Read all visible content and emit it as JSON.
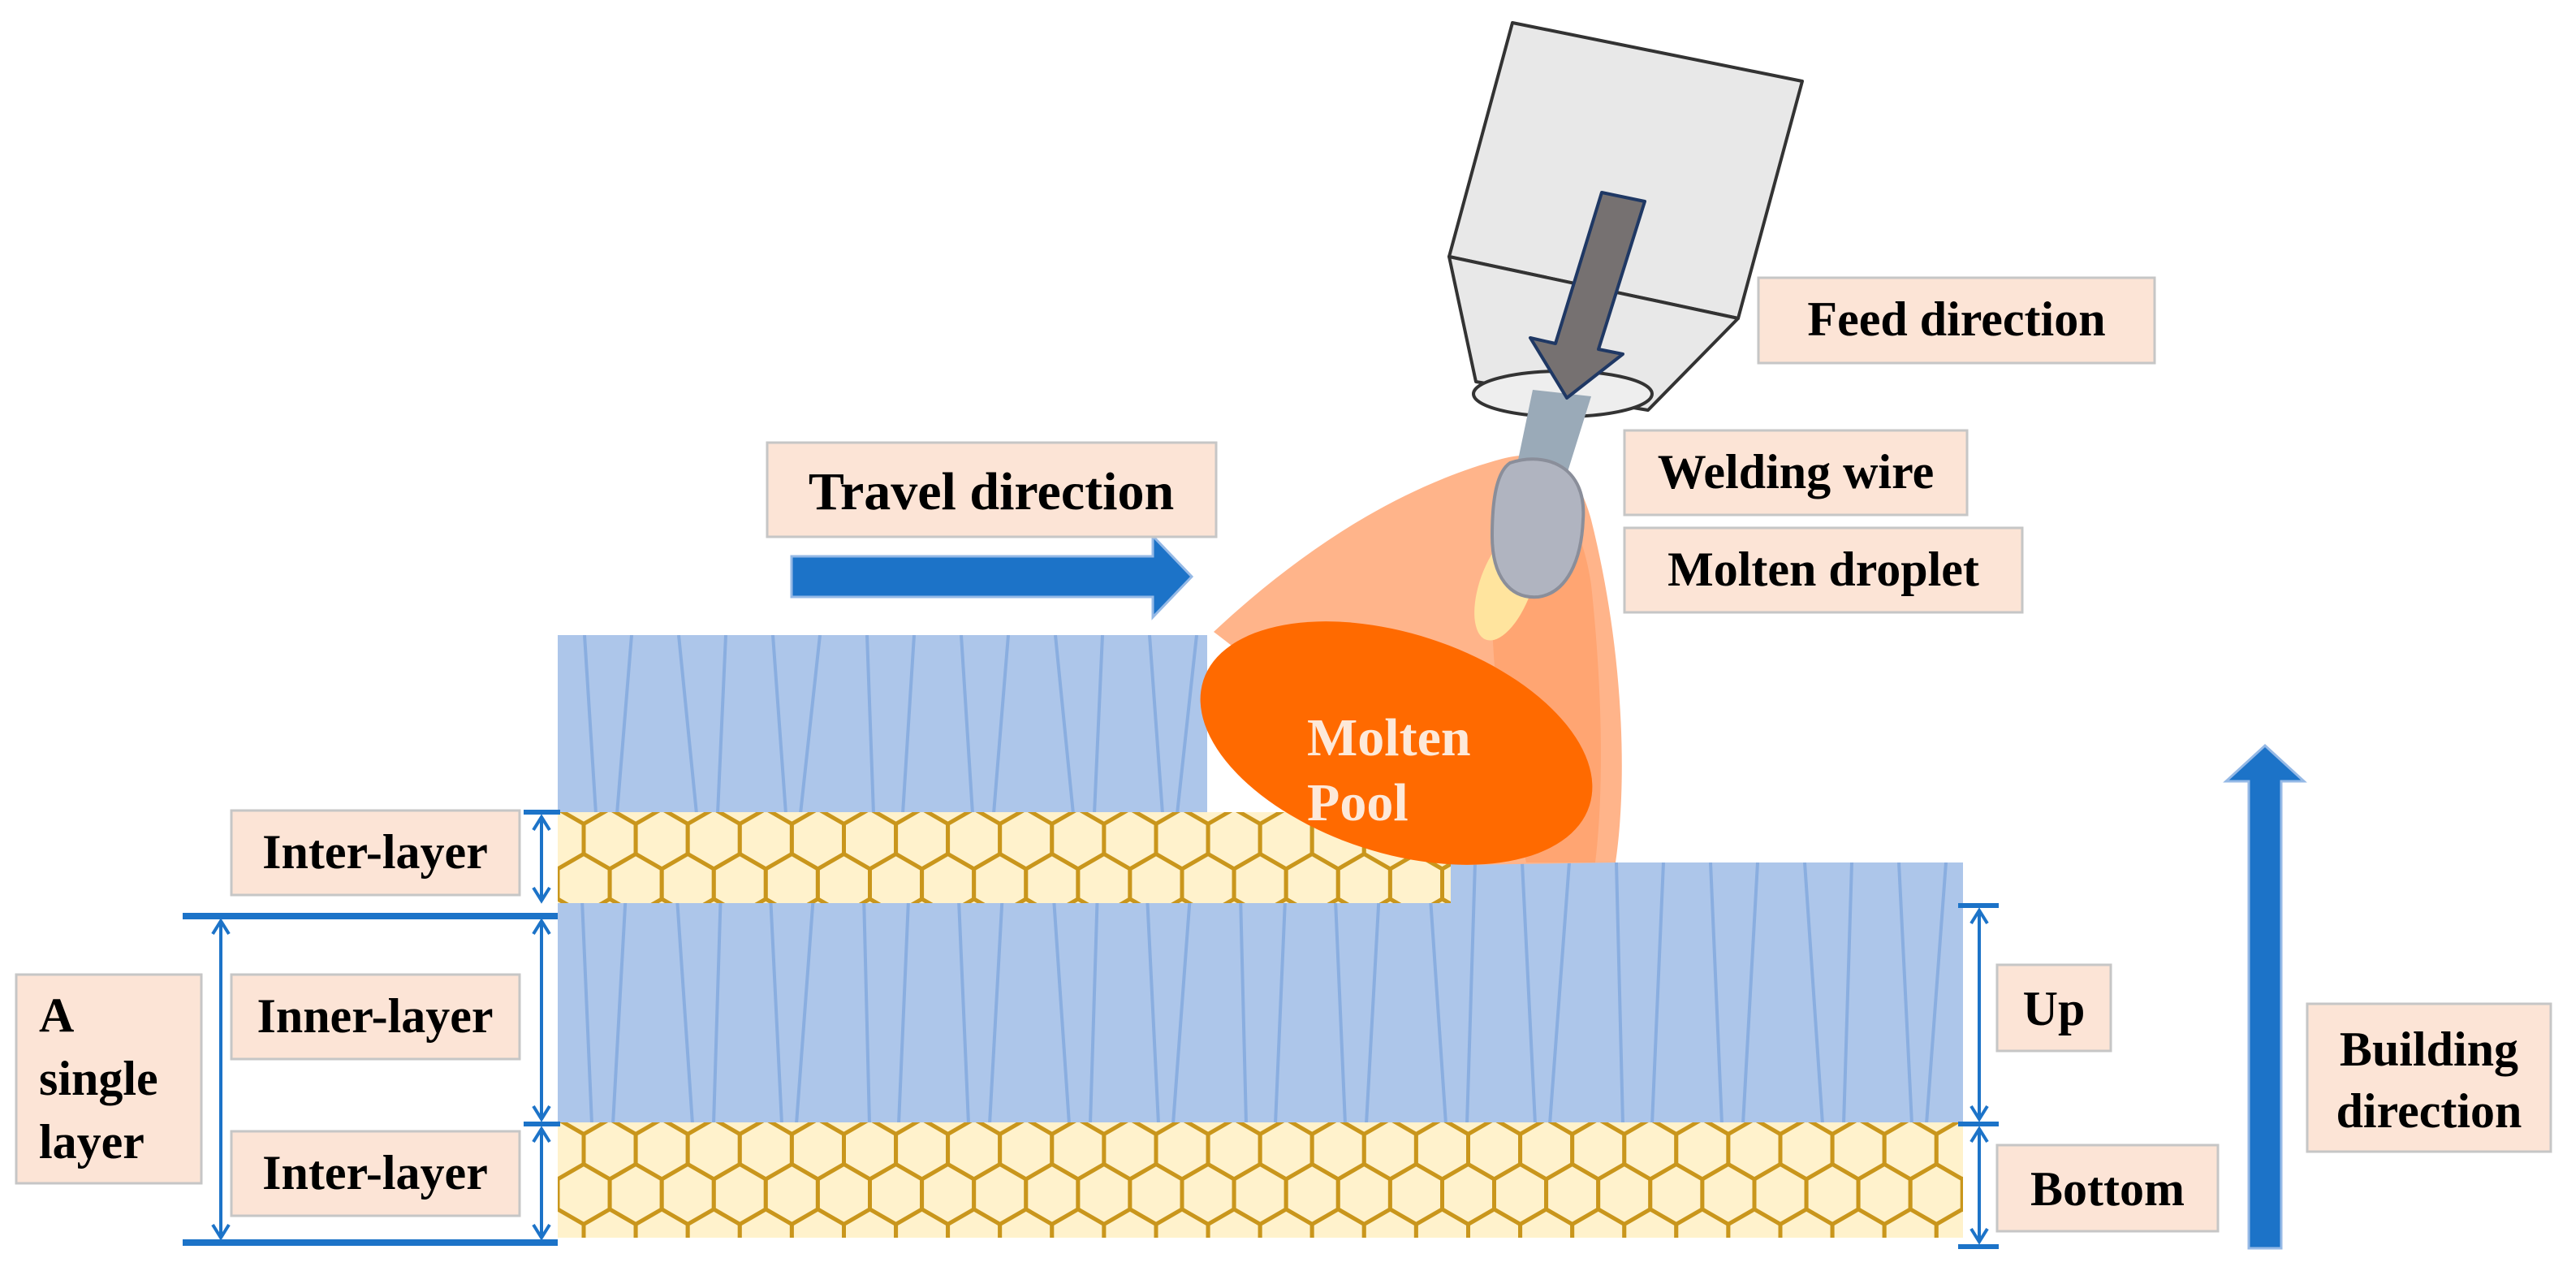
{
  "labels": {
    "travel_direction": "Travel direction",
    "feed_direction": "Feed direction",
    "welding_wire": "Welding wire",
    "molten_droplet": "Molten droplet",
    "molten_pool_line1": "Molten",
    "molten_pool_line2": "Pool",
    "inter_layer_top": "Inter-layer",
    "inner_layer": "Inner-layer",
    "inter_layer_bottom": "Inter-layer",
    "single_layer_line1": "A",
    "single_layer_line2": "single",
    "single_layer_line3": "layer",
    "up": "Up",
    "bottom": "Bottom",
    "building_direction_line1": "Building",
    "building_direction_line2": "direction"
  },
  "colors": {
    "deposit_blue": "#adc6ea",
    "grain_line": "#8aaee0",
    "hex_fill": "#fff2cc",
    "hex_stroke": "#c9961c",
    "arrow_blue": "#1c73c8",
    "label_box": "#fce4d6",
    "pool": "#ff6a00",
    "arc_cone": "#ffb48a",
    "torch": "#e8e8e8",
    "wire": "#9aaab8"
  }
}
